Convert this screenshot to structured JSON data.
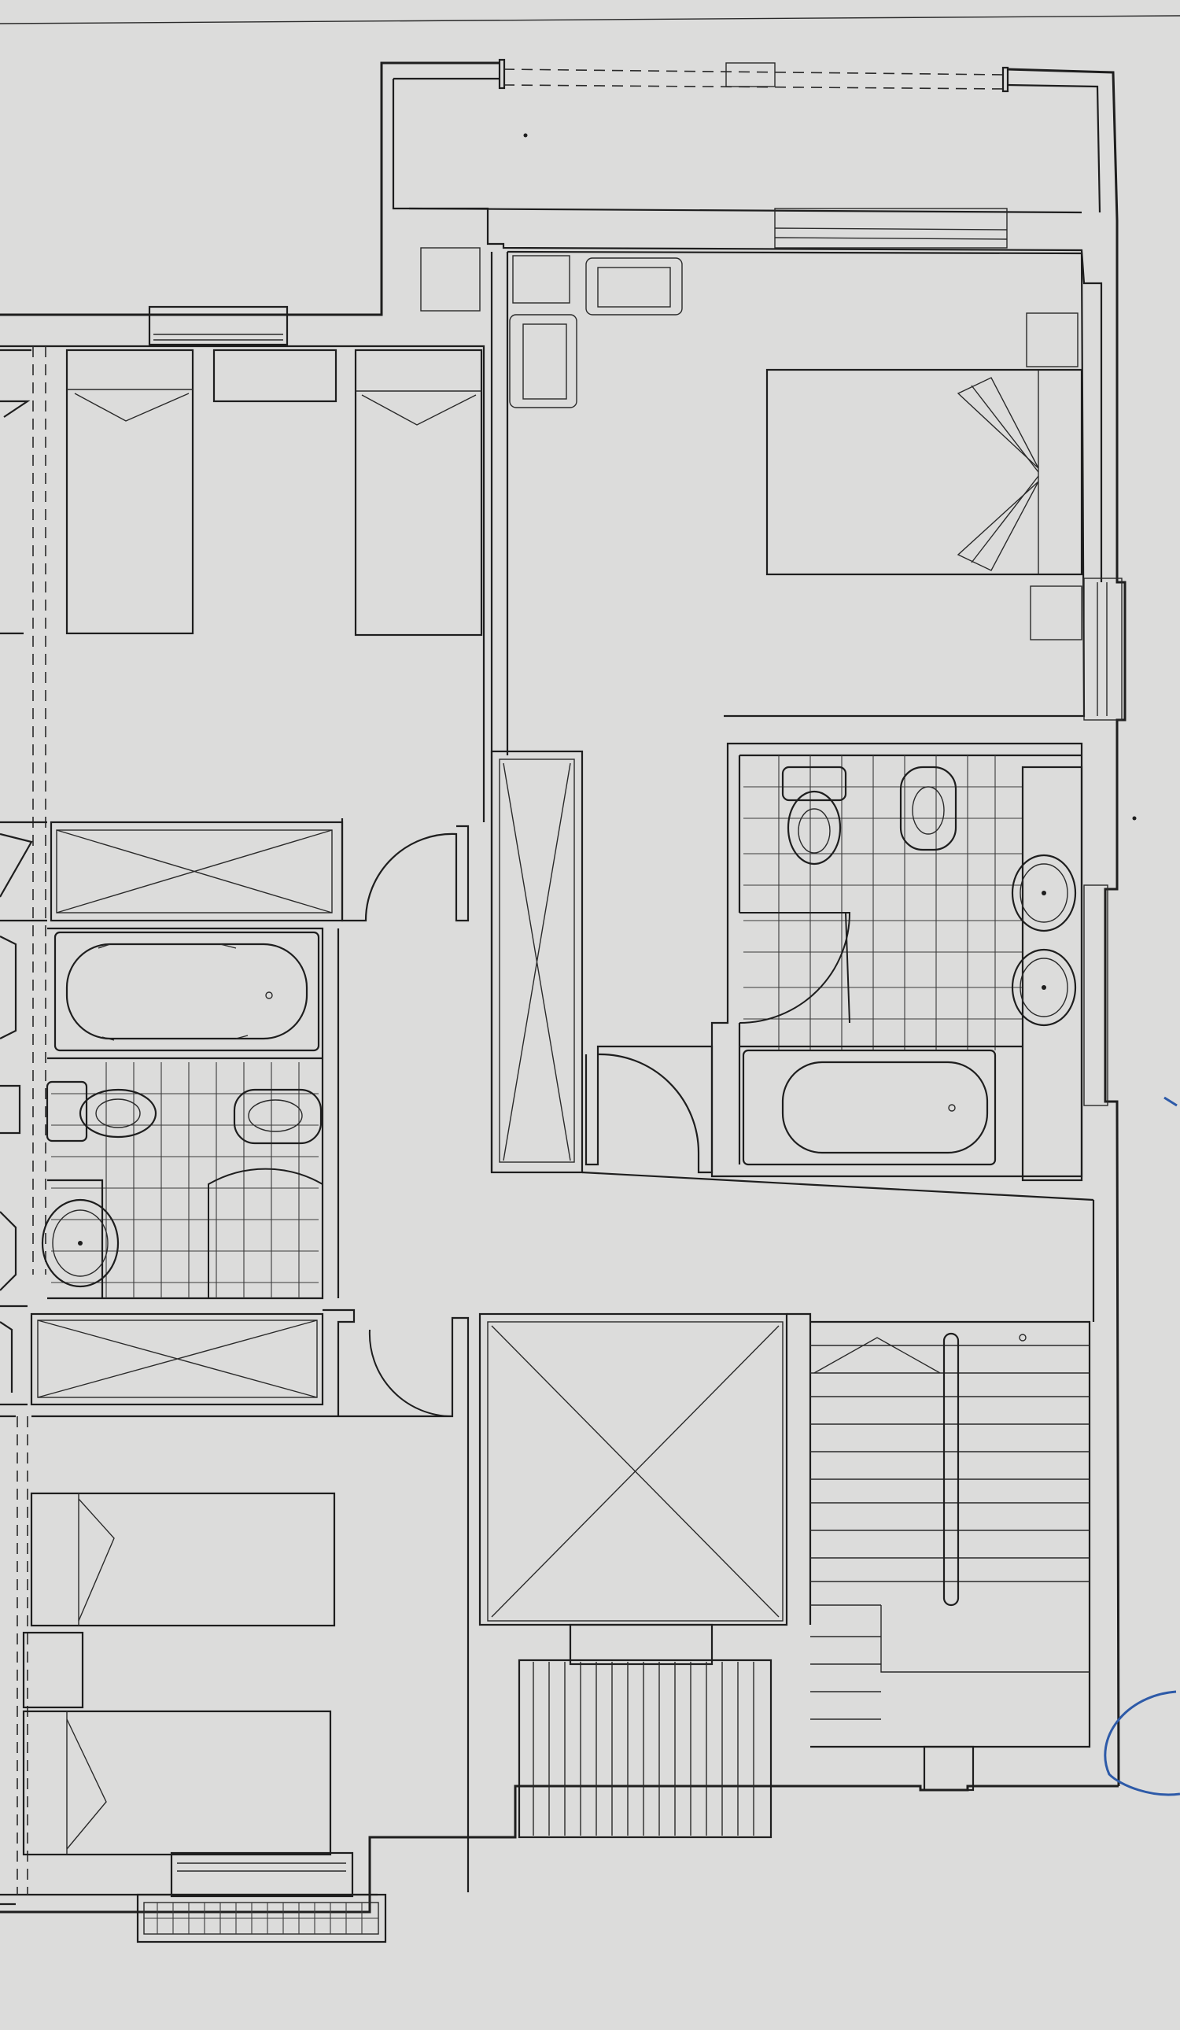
{
  "drawing": {
    "kind": "floor-plan",
    "labels": [],
    "colors": {
      "paper": "#dcdcdb",
      "line": "#1e1e1e",
      "pen_mark": "#2d5aa8"
    },
    "rooms": [
      "terrace",
      "master-bedroom",
      "en-suite-bathroom",
      "bedroom-top-left",
      "shared-bathroom",
      "bedroom-bottom-left",
      "hallway",
      "elevator-shaft",
      "staircase",
      "balcony"
    ]
  }
}
